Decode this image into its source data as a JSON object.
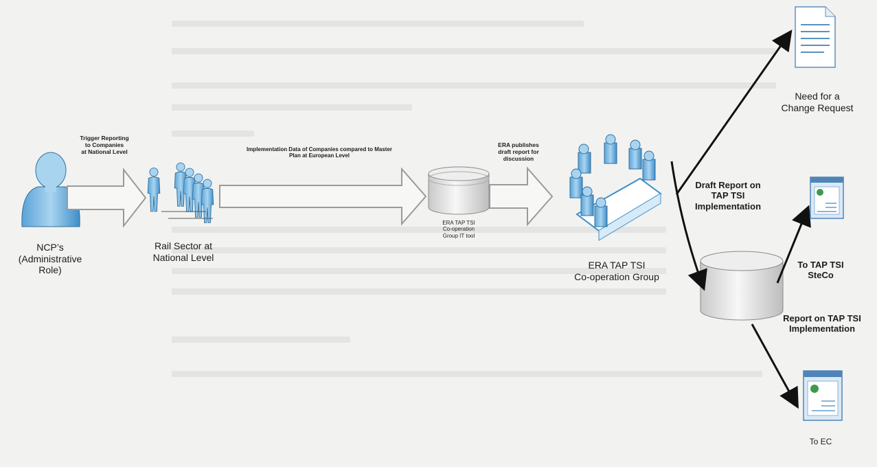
{
  "nodes": {
    "ncp": "NCP’s\n(Administrative\nRole)",
    "rail_sector": "Rail Sector at\nNational Level",
    "it_tool": "ERA TAP TSI\nCo-operation\nGroup IT tool",
    "coop_group": "ERA TAP TSI\nCo-operation Group",
    "change_request": "Need for a\nChange Request",
    "steco": "To TAP TSI\nSteCo",
    "ec": "To EC"
  },
  "edges": {
    "trigger": "Trigger Reporting\nto Companies\nat National Level",
    "implementation_data": "Implementation Data of  Companies compared to Master\nPlan at European Level",
    "era_publishes": "ERA publishes\ndraft report for\ndiscussion",
    "draft_report": "Draft Report on\nTAP TSI\nImplementation",
    "final_report": "Report on TAP TSI\nImplementation"
  },
  "colors": {
    "person": "#8fc3e6",
    "person_dark": "#3f8ec8",
    "arrow_fill": "#f7f7f5",
    "arrow_stroke": "#9a9a9a",
    "line": "#111111"
  }
}
